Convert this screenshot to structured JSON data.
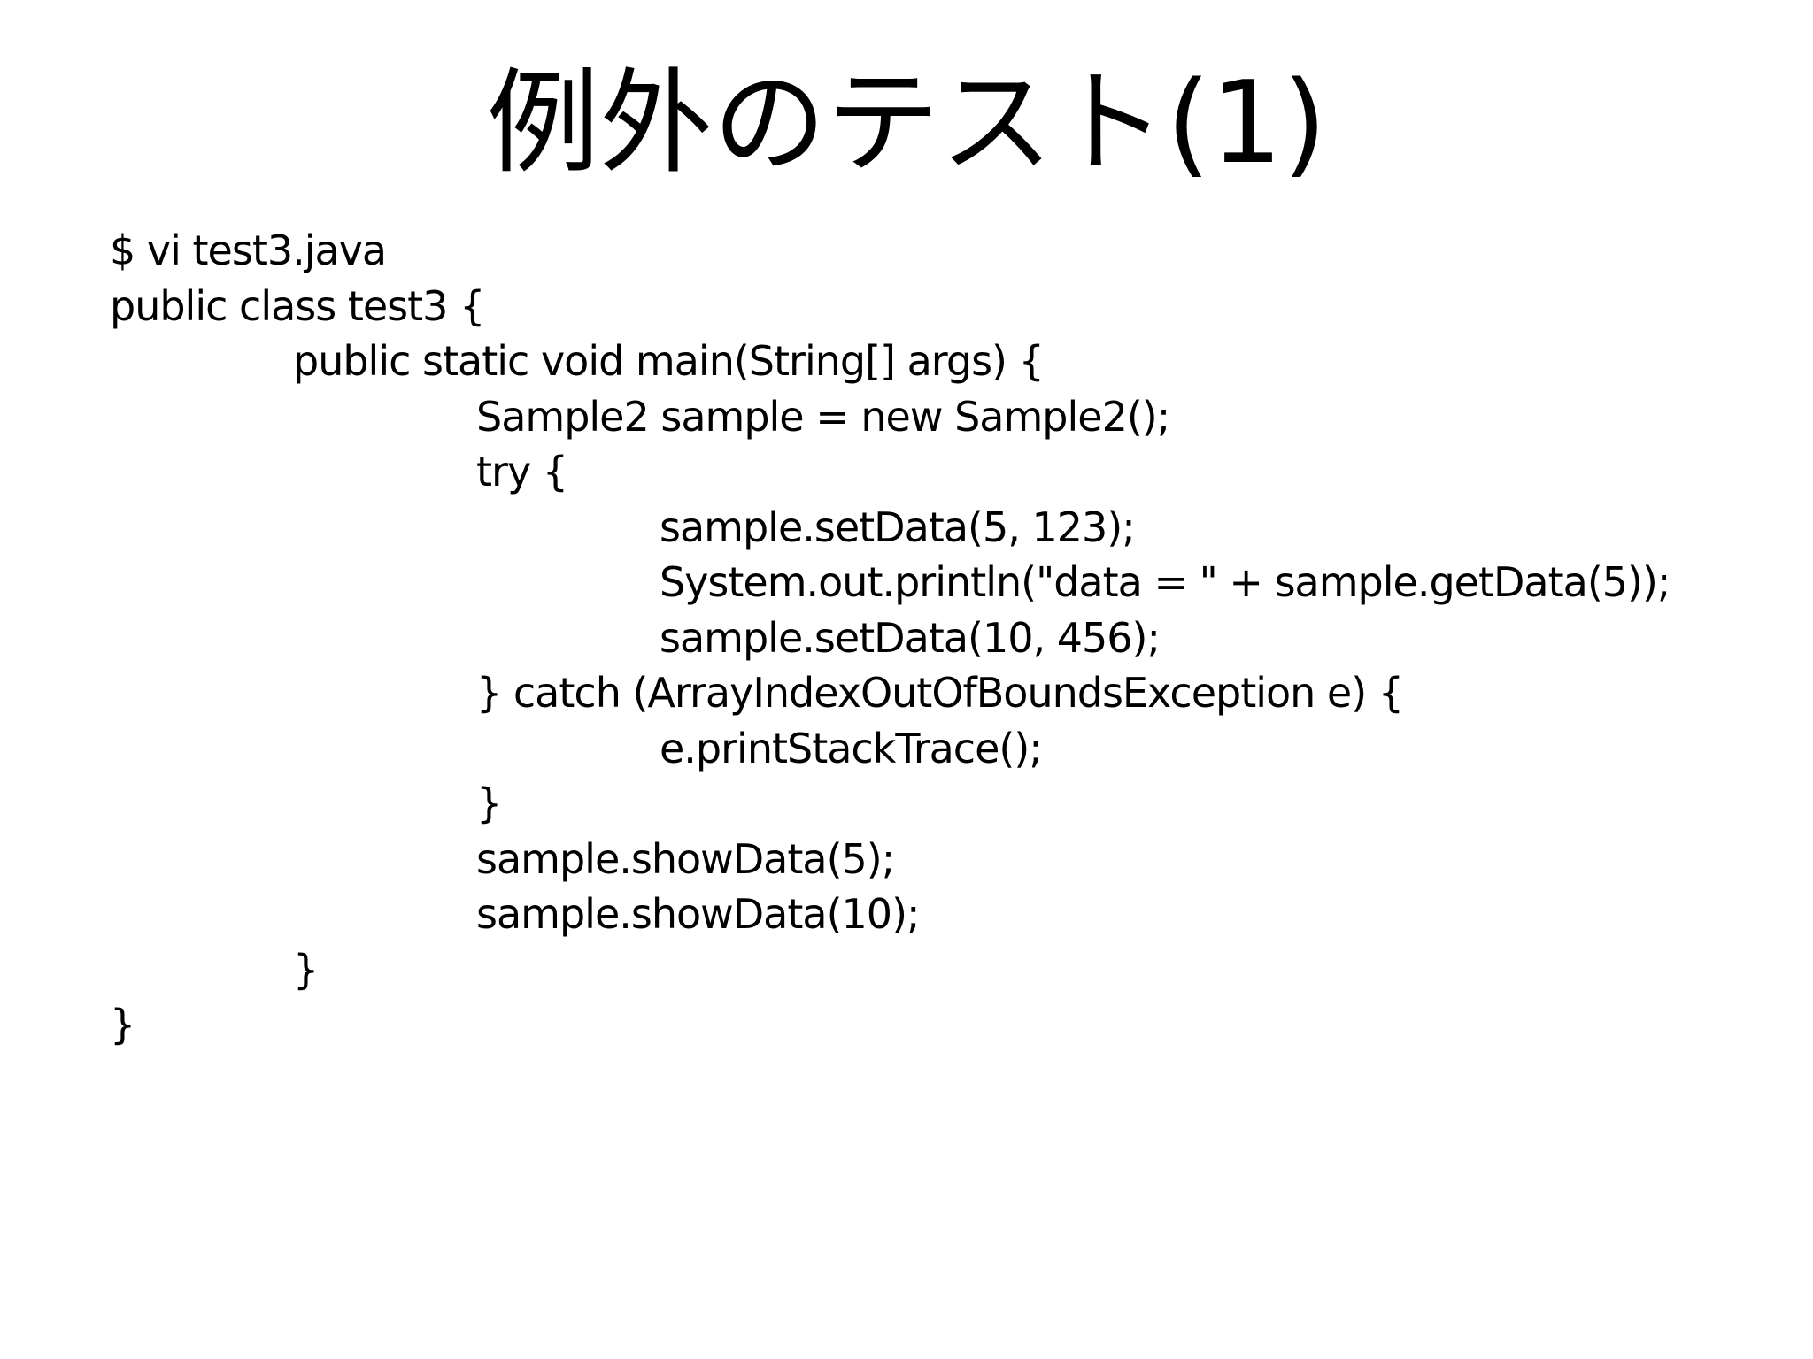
{
  "slide": {
    "title": "例外のテスト(1)",
    "code_lines": [
      {
        "indent": 0,
        "text": "$ vi test3.java"
      },
      {
        "indent": 0,
        "text": "public class test3 {"
      },
      {
        "indent": 1,
        "text": "public static void main(String[] args) {"
      },
      {
        "indent": 2,
        "text": "Sample2 sample = new Sample2();"
      },
      {
        "indent": 2,
        "text": "try {"
      },
      {
        "indent": 3,
        "text": "sample.setData(5, 123);"
      },
      {
        "indent": 3,
        "text": "System.out.println(\"data = \" + sample.getData(5));"
      },
      {
        "indent": 3,
        "text": "sample.setData(10, 456);"
      },
      {
        "indent": 2,
        "text": "} catch (ArrayIndexOutOfBoundsException e) {"
      },
      {
        "indent": 3,
        "text": "e.printStackTrace();"
      },
      {
        "indent": 2,
        "text": "}"
      },
      {
        "indent": 2,
        "text": "sample.showData(5);"
      },
      {
        "indent": 2,
        "text": "sample.showData(10);"
      },
      {
        "indent": 1,
        "text": "}"
      },
      {
        "indent": 0,
        "text": "}"
      }
    ]
  }
}
